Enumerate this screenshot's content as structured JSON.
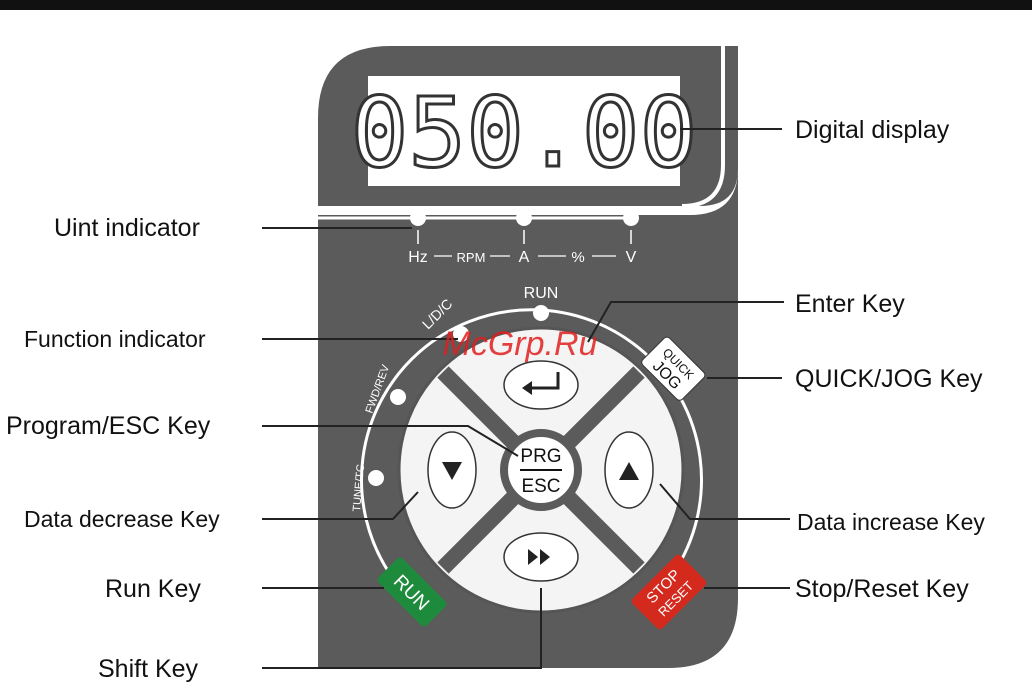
{
  "display": {
    "value": "050.00"
  },
  "units": {
    "hz": "Hz",
    "rpm": "RPM",
    "a": "A",
    "pct": "%",
    "v": "V"
  },
  "indicators": {
    "run": "RUN",
    "ldc": "L/D/C",
    "fwdrev": "FWD/REV",
    "tunetc": "TUNE/TC"
  },
  "keys": {
    "prg": "PRG",
    "esc": "ESC",
    "quick": "QUICK",
    "jog": "JOG",
    "run": "RUN",
    "stop": "STOP",
    "reset": "RESET"
  },
  "callouts": {
    "digital_display": "Digital display",
    "unit_indicator": "Uint indicator",
    "enter_key": "Enter Key",
    "function_indicator": "Function indicator",
    "quick_jog_key": "QUICK/JOG Key",
    "program_esc_key": "Program/ESC Key",
    "data_decrease_key": "Data decrease Key",
    "data_increase_key": "Data increase Key",
    "run_key": "Run Key",
    "stop_reset_key": "Stop/Reset Key",
    "shift_key": "Shift Key"
  },
  "watermark": "McGrp.Ru",
  "colors": {
    "panel": "#5b5b5b",
    "run_key": "#1e8a3c",
    "stop_key": "#d42a1e",
    "watermark": "#e01e1e"
  }
}
